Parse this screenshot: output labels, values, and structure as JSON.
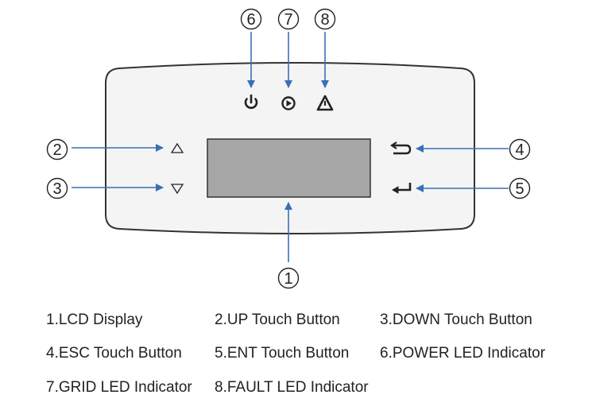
{
  "callouts": {
    "lcd": "1",
    "up": "2",
    "down": "3",
    "esc": "4",
    "ent": "5",
    "power": "6",
    "grid": "7",
    "fault": "8"
  },
  "legend": {
    "lcd": "1.LCD Display",
    "up": "2.UP Touch Button",
    "down": "3.DOWN Touch Button",
    "esc": "4.ESC Touch Button",
    "ent": "5.ENT Touch Button",
    "power": "6.POWER LED Indicator",
    "grid": "7.GRID LED Indicator",
    "fault": "8.FAULT LED Indicator"
  },
  "colors": {
    "panel_fill": "#f4f4f4",
    "panel_stroke": "#333333",
    "lcd_fill": "#a6a6a6",
    "arrow": "#3a6fb5",
    "icon": "#222222"
  },
  "icons": {
    "power": "power-icon",
    "grid": "grid-play-icon",
    "fault": "warning-triangle-icon",
    "up": "up-triangle-icon",
    "down": "down-triangle-icon",
    "esc": "return-arrow-icon",
    "ent": "enter-arrow-icon"
  }
}
